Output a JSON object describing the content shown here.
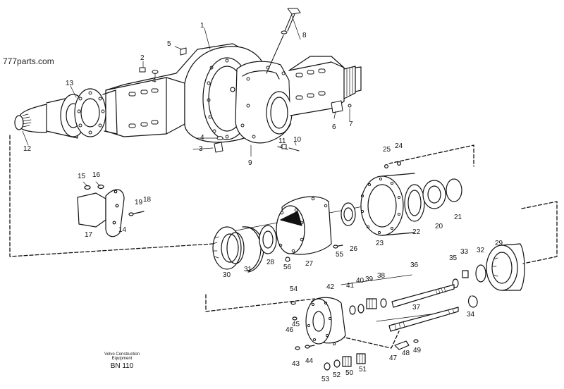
{
  "watermark": "777parts.com",
  "caption": {
    "line1": "Volvo Construction",
    "line2": "Equipment",
    "code": "BN 110"
  },
  "callouts": [
    {
      "id": "c1",
      "text": "1"
    },
    {
      "id": "c2",
      "text": "2"
    },
    {
      "id": "c3",
      "text": "3"
    },
    {
      "id": "c4a",
      "text": "4"
    },
    {
      "id": "c4b",
      "text": "4"
    },
    {
      "id": "c5",
      "text": "5"
    },
    {
      "id": "c6",
      "text": "6"
    },
    {
      "id": "c7",
      "text": "7"
    },
    {
      "id": "c8",
      "text": "8"
    },
    {
      "id": "c9",
      "text": "9"
    },
    {
      "id": "c10",
      "text": "10"
    },
    {
      "id": "c11",
      "text": "11"
    },
    {
      "id": "c12",
      "text": "12"
    },
    {
      "id": "c13",
      "text": "13"
    },
    {
      "id": "c14",
      "text": "14"
    },
    {
      "id": "c15",
      "text": "15"
    },
    {
      "id": "c16",
      "text": "16"
    },
    {
      "id": "c17",
      "text": "17"
    },
    {
      "id": "c18",
      "text": "18"
    },
    {
      "id": "c19",
      "text": "19"
    },
    {
      "id": "c20",
      "text": "20"
    },
    {
      "id": "c21",
      "text": "21"
    },
    {
      "id": "c22",
      "text": "22"
    },
    {
      "id": "c23",
      "text": "23"
    },
    {
      "id": "c24",
      "text": "24"
    },
    {
      "id": "c25",
      "text": "25"
    },
    {
      "id": "c26",
      "text": "26"
    },
    {
      "id": "c27",
      "text": "27"
    },
    {
      "id": "c28",
      "text": "28"
    },
    {
      "id": "c29",
      "text": "29"
    },
    {
      "id": "c30",
      "text": "30"
    },
    {
      "id": "c31",
      "text": "31"
    },
    {
      "id": "c32",
      "text": "32"
    },
    {
      "id": "c33",
      "text": "33"
    },
    {
      "id": "c34",
      "text": "34"
    },
    {
      "id": "c35",
      "text": "35"
    },
    {
      "id": "c36",
      "text": "36"
    },
    {
      "id": "c37",
      "text": "37"
    },
    {
      "id": "c38",
      "text": "38"
    },
    {
      "id": "c39",
      "text": "39"
    },
    {
      "id": "c40",
      "text": "40"
    },
    {
      "id": "c41",
      "text": "41"
    },
    {
      "id": "c42",
      "text": "42"
    },
    {
      "id": "c43",
      "text": "43"
    },
    {
      "id": "c44",
      "text": "44"
    },
    {
      "id": "c45",
      "text": "45"
    },
    {
      "id": "c46",
      "text": "46"
    },
    {
      "id": "c47",
      "text": "47"
    },
    {
      "id": "c48",
      "text": "48"
    },
    {
      "id": "c49",
      "text": "49"
    },
    {
      "id": "c50",
      "text": "50"
    },
    {
      "id": "c51",
      "text": "51"
    },
    {
      "id": "c52",
      "text": "52"
    },
    {
      "id": "c53",
      "text": "53"
    },
    {
      "id": "c54",
      "text": "54"
    },
    {
      "id": "c55",
      "text": "55"
    },
    {
      "id": "c56",
      "text": "56"
    }
  ]
}
